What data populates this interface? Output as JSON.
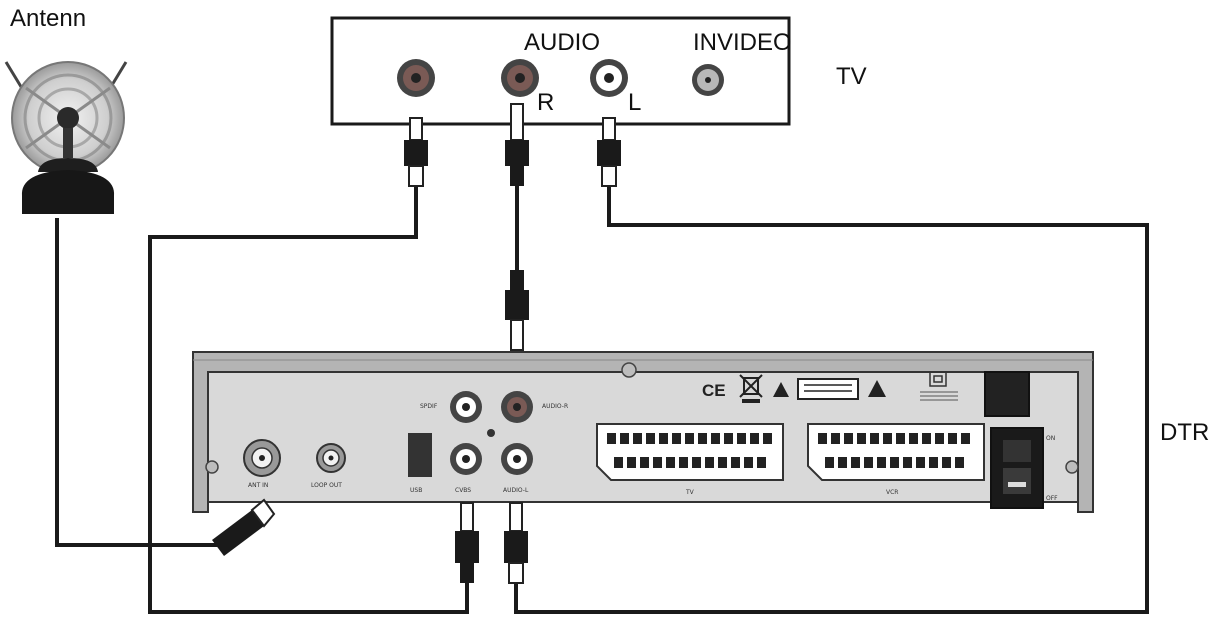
{
  "labels": {
    "antenna": "Antenn",
    "tv": "TV",
    "audio": "AUDIO",
    "invideo": "INVIDEO",
    "right": "R",
    "left": "L",
    "dtr": "DTR"
  },
  "receiver_panel": {
    "ant_in": "ANT IN",
    "loop_out": "LOOP OUT",
    "usb": "USB",
    "spdif": "SPDIF",
    "audio_r": "AUDIO-R",
    "cvbs": "CVBS",
    "audio_l": "AUDIO-L",
    "tv_scart": "TV",
    "vcr_scart": "VCR",
    "ce_mark": "CE",
    "on": "ON",
    "off": "OFF"
  },
  "colors": {
    "line": "#1a1a1a",
    "panel_face": "#d9d9d9",
    "panel_rim": "#b4b4b4",
    "jack_red": "#7a5a55",
    "jack_white": "#ffffff"
  }
}
